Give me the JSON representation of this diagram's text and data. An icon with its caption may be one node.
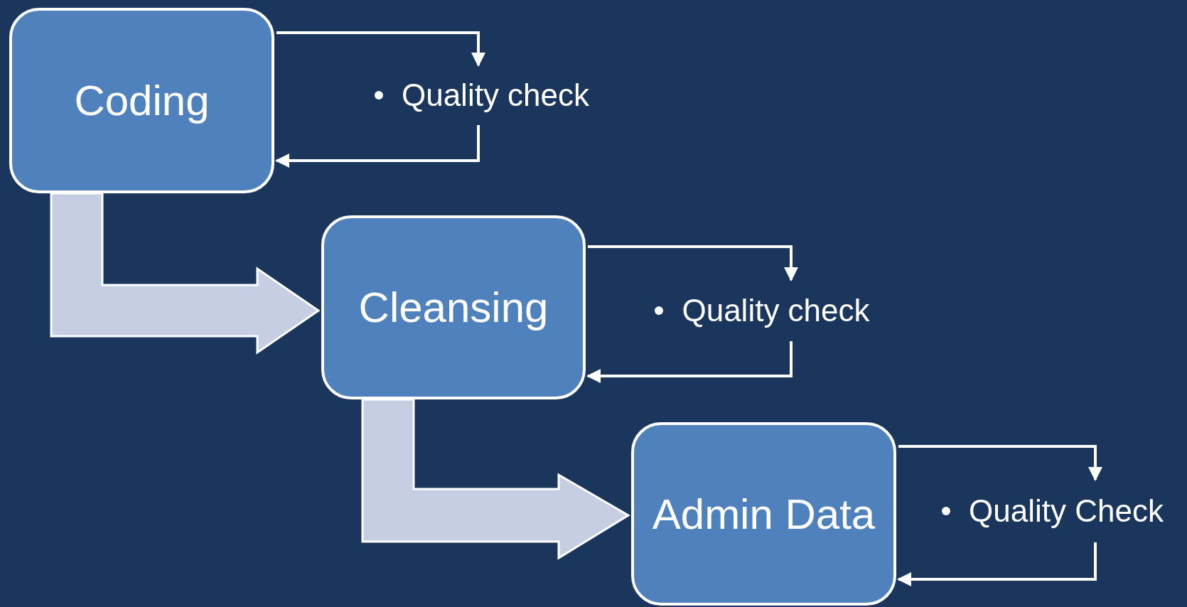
{
  "diagram": {
    "nodes": [
      {
        "text": [
          "Coding"
        ]
      },
      {
        "text": [
          "Quality check"
        ]
      },
      {
        "text": [
          "Cleansing"
        ]
      },
      {
        "text": [
          "Quality check"
        ]
      },
      {
        "text": [
          "Admin Data"
        ]
      },
      {
        "text": [
          "Quality Check"
        ]
      }
    ],
    "edges": [
      {
        "from": 0,
        "to": 1,
        "arrow": "to"
      },
      {
        "from": 1,
        "to": 0,
        "arrow": "to"
      },
      {
        "from": 0,
        "to": 2,
        "arrow": "to",
        "style": "thick",
        "color": "#c5cee2"
      },
      {
        "from": 2,
        "to": 3,
        "arrow": "to"
      },
      {
        "from": 3,
        "to": 2,
        "arrow": "to"
      },
      {
        "from": 2,
        "to": 4,
        "arrow": "to",
        "style": "thick",
        "color": "#c5cee2"
      },
      {
        "from": 4,
        "to": 5,
        "arrow": "to"
      },
      {
        "from": 5,
        "to": 4,
        "arrow": "to"
      }
    ]
  }
}
